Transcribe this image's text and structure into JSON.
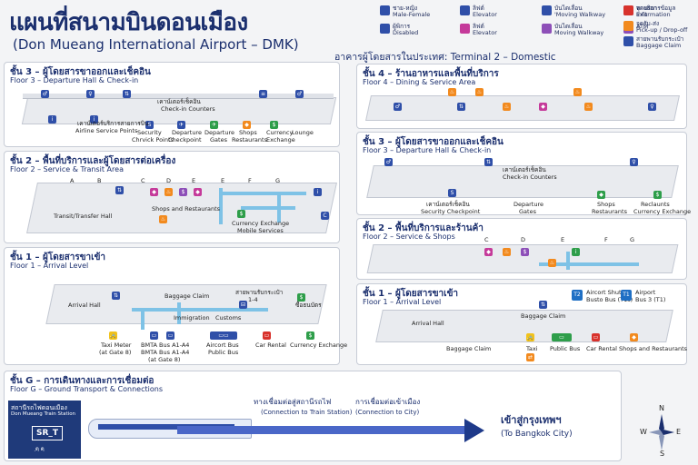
{
  "header": {
    "title": "แผนที่สนามบินดอนเมือง",
    "subtitle": "(Don Mueang International Airport – DMK)"
  },
  "legend": {
    "items": [
      {
        "icon": "restroom-icon",
        "color": "#2f4fa8",
        "th": "ชาย-หญิง",
        "en": "Male-Female"
      },
      {
        "icon": "disabled-icon",
        "color": "#2f4fa8",
        "th": "ผู้พิการ",
        "en": "Disabled"
      },
      {
        "icon": "elevator-icon",
        "color": "#2f4fa8",
        "th": "ลิฟต์",
        "en": "Elevator"
      },
      {
        "icon": "elevator-alt-icon",
        "color": "#c53a9a",
        "th": "ลิฟต์",
        "en": "Elevator"
      },
      {
        "icon": "moving-walkway-icon",
        "color": "#2f4fa8",
        "th": "บันไดเลื่อน",
        "en": "'Moving Walkway"
      },
      {
        "icon": "moving-walkway-alt-icon",
        "color": "#8d4fb8",
        "th": "บันไดเลื่อน",
        "en": "Moving Walkway"
      },
      {
        "icon": "information-icon",
        "color": "#2f4fa8",
        "th": "จุดบริการข้อมูล",
        "en": "Information"
      },
      {
        "icon": "atm-icon",
        "color": "#8d4fb8",
        "th": "ATM",
        "en": ""
      },
      {
        "icon": "exit-icon",
        "color": "#d8322c",
        "th": "ทางออก",
        "en": "Exit"
      },
      {
        "icon": "pickup-icon",
        "color": "#f28a1e",
        "th": "จุดรับ-ส่ง",
        "en": "Pick-up / Drop-off"
      },
      {
        "icon": "baggage-claim-icon",
        "color": "#2f4fa8",
        "th": "สายพานรับกระเป๋า",
        "en": "Baggage Claim"
      }
    ]
  },
  "terminal1": {
    "floor3": {
      "th": "ชั้น 3 – ผู้โดยสารขาออกและเช็คอิน",
      "en": "Floor 3 – Departure Hall & Check-in",
      "labels": [
        "เคาน์เตอร์เช็คอิน",
        "Check-in Counters",
        "เคาน์เตอร์บริการสายการบิน",
        "Airline Service Points",
        "Security",
        "Chrvick Points",
        "Departure",
        "Checkpoint",
        "Departure",
        "Gates",
        "Shops",
        "Restaurants",
        "Currency",
        "Exchange",
        "Lounge"
      ]
    },
    "floor2": {
      "th": "ชั้น 2 – พื้นที่บริการและผู้โดยสารต่อเครื่อง",
      "en": "Floor 2 – Service & Transit Area",
      "labels": [
        "Transit/Transfer Hall",
        "Shops and Restaurants",
        "Currency Exchange",
        "Mobile Services"
      ],
      "zones": [
        "A",
        "B",
        "C",
        "D",
        "E",
        "E",
        "F",
        "G"
      ]
    },
    "floor1": {
      "th": "ชั้น 1 – ผู้โดยสารขาเข้า",
      "en": "Floor 1 – Arrival Level",
      "labels": [
        "Arrival Hall",
        "Baggage Claim",
        "สายพานรับกระเป๋า",
        "1-4",
        "Immigration",
        "Customs",
        "ซื้อธนบัตร",
        "Taxi Meter",
        "(at Gate 8)",
        "BMTA Bus A1-A4",
        "BMTA Bus A1-A4",
        "(at Gate 8)",
        "Aircort Bus",
        "Public Bus",
        "Car Rental",
        "Currency Exchange"
      ]
    }
  },
  "terminal2": {
    "title": "อาคารผู้โดยสารในประเทศ: Terminal 2 – Domestic",
    "floor4": {
      "th": "ชั้น 4 – ร้านอาหารและพื้นที่บริการ",
      "en": "Floor 4 – Dining & Service Area"
    },
    "floor3": {
      "th": "ชั้น 3 – ผู้โดยสารขาออกและเช็คอิน",
      "en": "Floor 3 – Departure Hall & Check-in",
      "labels": [
        "เคาน์เตอร์เช็คอิน",
        "Check-in Counters",
        "เคาน์เตอร์เช็คอิน",
        "Security Checkpoint",
        "Departure",
        "Gates",
        "Shops",
        "Restaurants",
        "Reclaunts",
        "Currency Exchange"
      ]
    },
    "floor2": {
      "th": "ชั้น 2 – พื้นที่บริการและร้านค้า",
      "en": "Floor 2 – Service & Shops",
      "zones": [
        "C",
        "D",
        "E",
        "F",
        "G"
      ]
    },
    "floor1": {
      "th": "ชั้น 1 – ผู้โดยสารขาเข้า",
      "en": "Floor 1 – Arrival Level",
      "labels": [
        "Arrival Hall",
        "Baggage Claim",
        "Baggage Claim",
        "Taxi",
        "Public Bus",
        "Car Rental",
        "Shops and Restaurants",
        "T2",
        "Aircort Shuttle",
        "Busto Bus (T1s)",
        "T1",
        "Airport",
        "Bus 3 (T1)"
      ]
    }
  },
  "ground": {
    "th": "ชั้น G – การเดินทางและการเชื่อมต่อ",
    "en": "Floor G – Ground Transport & Connections",
    "station_th": "สถานีรถไฟดอนเมือง",
    "station_en": "Don Mueang Train Station",
    "station_logo": "SR_T",
    "station_sub": "ฺดฺ ดฺ",
    "train_link_th": "ทางเชื่อมต่อสู่สถานีรถไฟ",
    "train_link_en": "(Connection to Train Station)",
    "city_link_th": "การเชื่อมต่อเข้าเมือง",
    "city_link_en": "(Connection to City)",
    "bkk_th": "เข้าสู่กรุงเทพฯ",
    "bkk_en": "(To Bangkok City)"
  },
  "compass": {
    "n": "N",
    "s": "S",
    "e": "E",
    "w": "W"
  }
}
